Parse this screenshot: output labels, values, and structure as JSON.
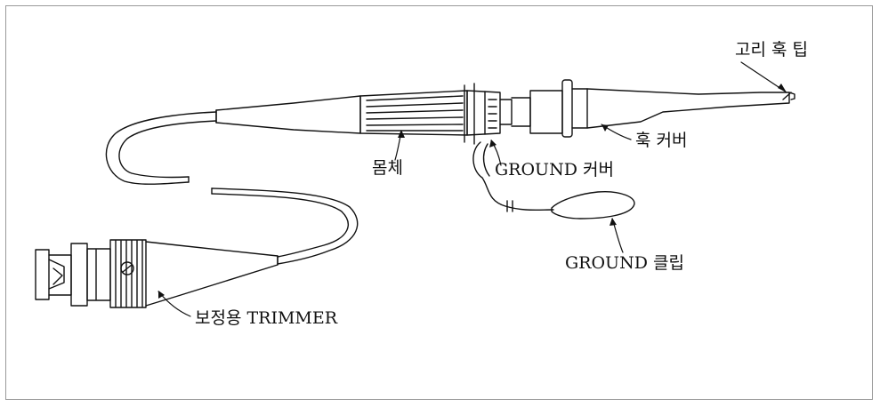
{
  "diagram": {
    "labels": {
      "hook_tip": "고리 훅 팁",
      "hook_cover": "훅 커버",
      "body": "몸체",
      "ground_cover": "GROUND 커버",
      "ground_clip": "GROUND 클립",
      "trimmer": "보정용 TRIMMER"
    }
  }
}
